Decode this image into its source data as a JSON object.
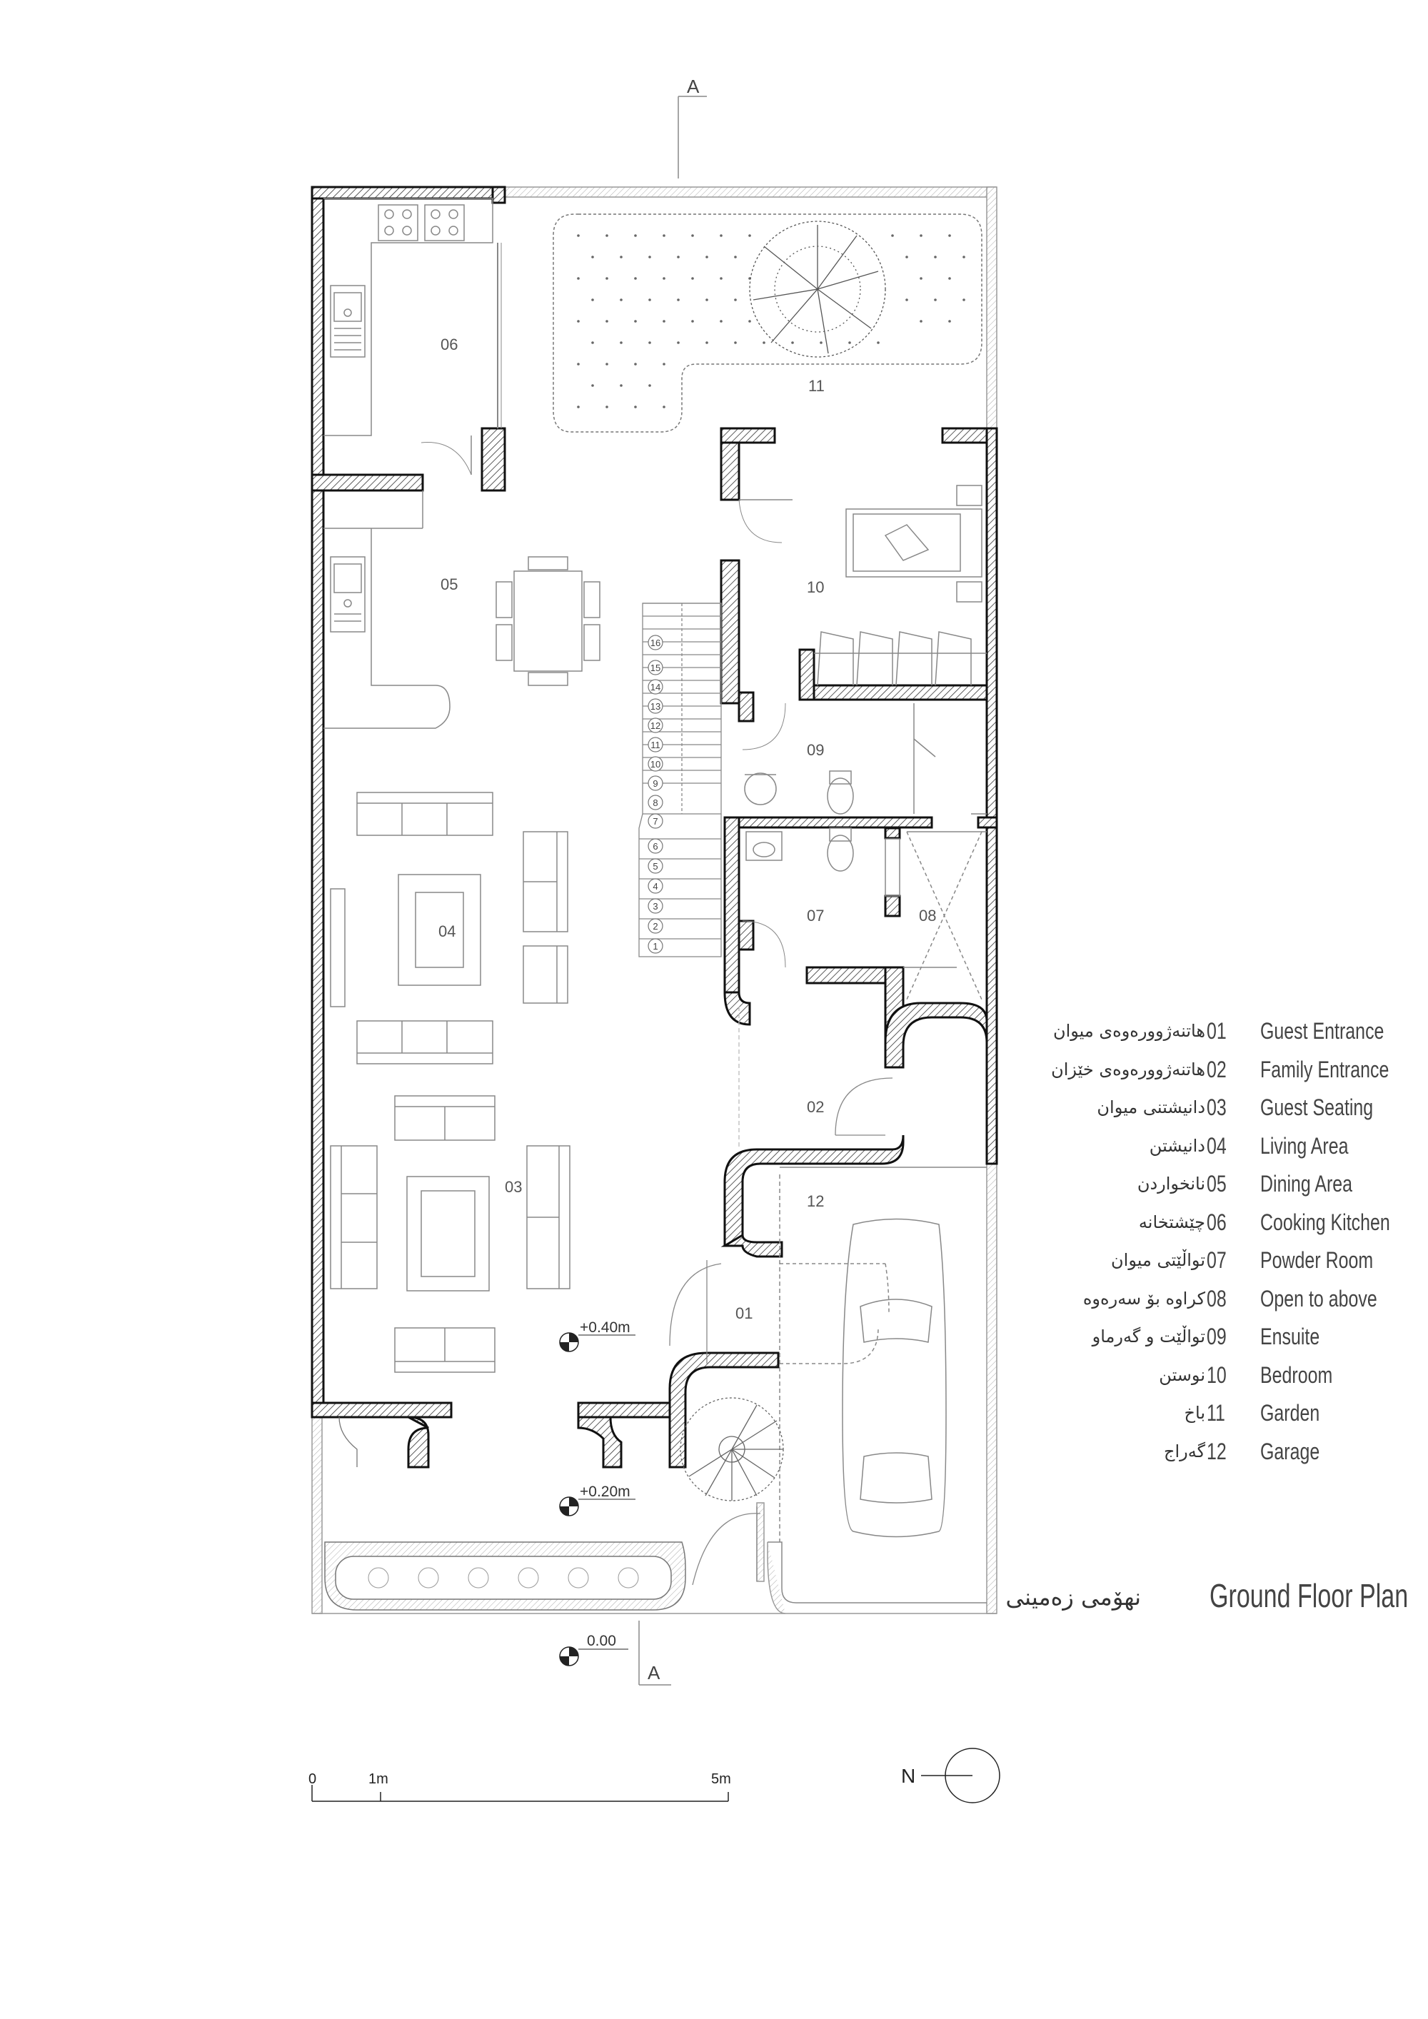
{
  "section_marks": {
    "top": "A",
    "bottom": "A"
  },
  "rooms": [
    {
      "num": "01",
      "ku": "هاتنەژوورەوەی میوان",
      "en": "Guest Entrance"
    },
    {
      "num": "02",
      "ku": "هاتنەژوورەوەی خێزان",
      "en": "Family Entrance"
    },
    {
      "num": "03",
      "ku": "دانیشتنی میوان",
      "en": "Guest Seating"
    },
    {
      "num": "04",
      "ku": "دانیشتن",
      "en": "Living Area"
    },
    {
      "num": "05",
      "ku": "نانخواردن",
      "en": "Dining Area"
    },
    {
      "num": "06",
      "ku": "چێشتخانە",
      "en": "Cooking Kitchen"
    },
    {
      "num": "07",
      "ku": "تواڵێتی میوان",
      "en": "Powder Room"
    },
    {
      "num": "08",
      "ku": "کراوە بۆ سەرەوە",
      "en": "Open to above"
    },
    {
      "num": "09",
      "ku": "تواڵێت و گەرماو",
      "en": "Ensuite"
    },
    {
      "num": "10",
      "ku": "نوستن",
      "en": "Bedroom"
    },
    {
      "num": "11",
      "ku": "باخ",
      "en": "Garden"
    },
    {
      "num": "12",
      "ku": "گەراج",
      "en": "Garage"
    }
  ],
  "levels": [
    "+0.40m",
    "+0.20m",
    "0.00"
  ],
  "stair_steps": [
    "1",
    "2",
    "3",
    "4",
    "5",
    "6",
    "7",
    "8",
    "9",
    "10",
    "11",
    "12",
    "13",
    "14",
    "15",
    "16"
  ],
  "title": {
    "ku": "نهۆمی زەمینی",
    "en": "Ground Floor Plan"
  },
  "scale_bar": {
    "labels": [
      "0",
      "1m",
      "5m"
    ]
  },
  "north": "N"
}
